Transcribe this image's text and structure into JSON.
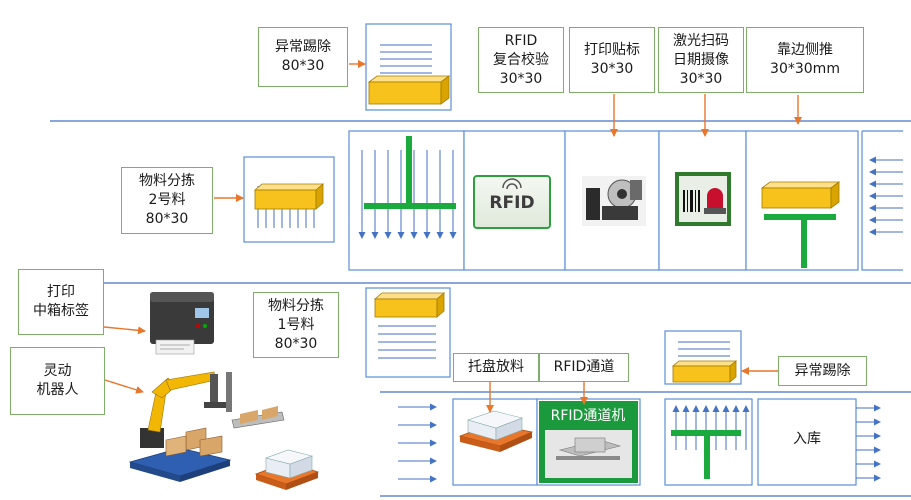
{
  "labels": {
    "abnormal_reject_top": "异常踢除\n80*30",
    "rfid_verify": "RFID\n复合校验\n30*30",
    "print_label": "打印贴标\n30*30",
    "laser_scan": "激光扫码\n日期摄像\n30*30",
    "side_push": "靠边侧推\n30*30mm",
    "sort_2": "物料分拣\n2号料\n80*30",
    "print_case_label": "打印\n中箱标签",
    "sort_1": "物料分拣\n1号料\n80*30",
    "robot": "灵动\n机器人",
    "pallet_place": "托盘放料",
    "rfid_channel": "RFID通道",
    "abnormal_reject_bottom": "异常踢除",
    "rfid_channel_machine": "RFID通道机",
    "warehouse_in": "入库"
  },
  "rfid_badge_text": "RFID",
  "colors": {
    "box": "#f7c21c",
    "box_border": "#a37c00",
    "green": "#1aaa3e",
    "blue": "#4472c4",
    "orange": "#e8762b",
    "label_border": "#7fae6a",
    "cell_border": "#5b8fd6",
    "machine_green": "#1a9a3c"
  }
}
